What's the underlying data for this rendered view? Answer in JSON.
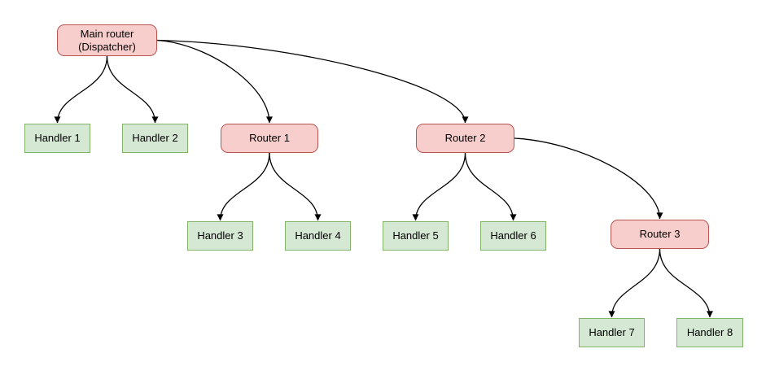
{
  "diagram": {
    "background": "#ffffff",
    "colors": {
      "router_fill": "#f8cecc",
      "router_border": "#b85450",
      "handler_fill": "#d5e8d4",
      "handler_border": "#82b366",
      "edge": "#000000",
      "text": "#000000"
    },
    "nodes": [
      {
        "id": "main-router",
        "type": "router",
        "label": "Main router\n(Dispatcher)"
      },
      {
        "id": "handler-1",
        "type": "handler",
        "label": "Handler 1"
      },
      {
        "id": "handler-2",
        "type": "handler",
        "label": "Handler 2"
      },
      {
        "id": "router-1",
        "type": "router",
        "label": "Router 1"
      },
      {
        "id": "router-2",
        "type": "router",
        "label": "Router 2"
      },
      {
        "id": "handler-3",
        "type": "handler",
        "label": "Handler 3"
      },
      {
        "id": "handler-4",
        "type": "handler",
        "label": "Handler 4"
      },
      {
        "id": "handler-5",
        "type": "handler",
        "label": "Handler 5"
      },
      {
        "id": "handler-6",
        "type": "handler",
        "label": "Handler 6"
      },
      {
        "id": "router-3",
        "type": "router",
        "label": "Router 3"
      },
      {
        "id": "handler-7",
        "type": "handler",
        "label": "Handler 7"
      },
      {
        "id": "handler-8",
        "type": "handler",
        "label": "Handler 8"
      }
    ],
    "edges": [
      {
        "from": "main-router",
        "to": "handler-1",
        "style": "fork"
      },
      {
        "from": "main-router",
        "to": "handler-2",
        "style": "fork"
      },
      {
        "from": "main-router",
        "to": "router-1",
        "style": "side"
      },
      {
        "from": "main-router",
        "to": "router-2",
        "style": "side"
      },
      {
        "from": "router-1",
        "to": "handler-3",
        "style": "fork"
      },
      {
        "from": "router-1",
        "to": "handler-4",
        "style": "fork"
      },
      {
        "from": "router-2",
        "to": "handler-5",
        "style": "fork"
      },
      {
        "from": "router-2",
        "to": "handler-6",
        "style": "fork"
      },
      {
        "from": "router-2",
        "to": "router-3",
        "style": "side"
      },
      {
        "from": "router-3",
        "to": "handler-7",
        "style": "fork"
      },
      {
        "from": "router-3",
        "to": "handler-8",
        "style": "fork"
      }
    ]
  }
}
